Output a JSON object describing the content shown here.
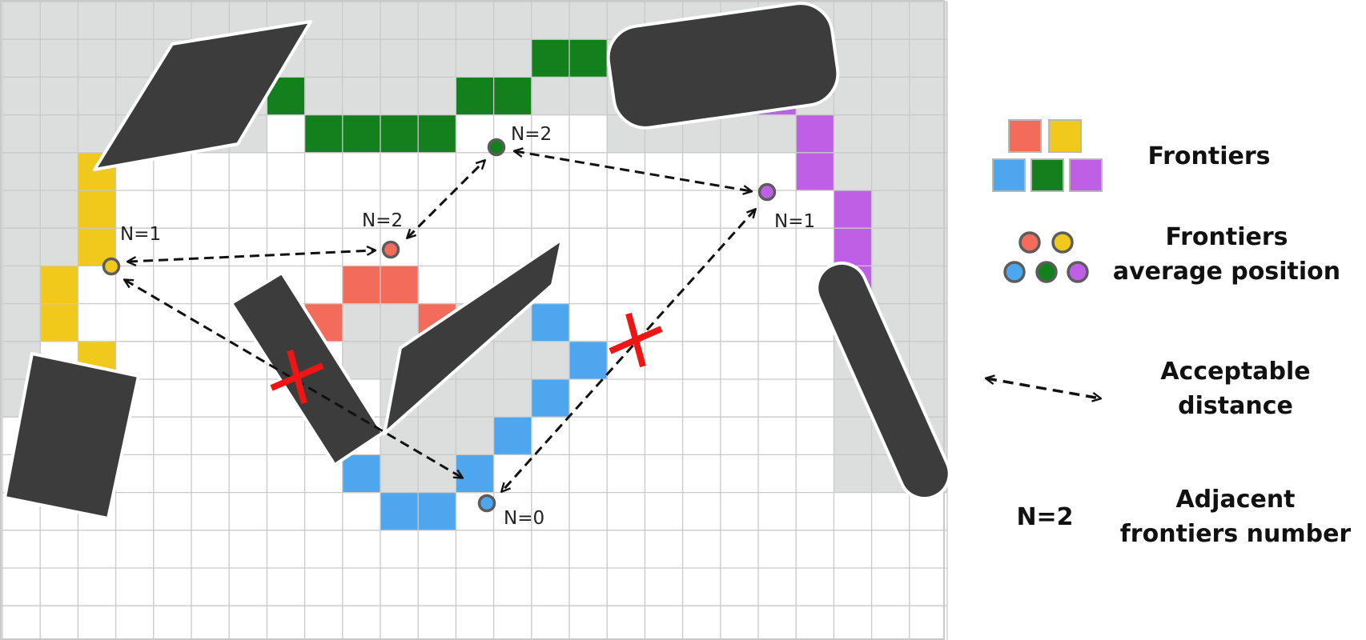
{
  "colors": {
    "unknown": "#dcdddd",
    "free": "#ffffff",
    "grid_line": "#c9c9c9",
    "obstacle": "#3c3c3c",
    "red": "#f26b5b",
    "yellow": "#f0c91c",
    "green": "#13801d",
    "blue": "#4da6ee",
    "purple": "#be5fe6",
    "cross": "#ee1515"
  },
  "nodes": {
    "yellow": {
      "label": "N=1"
    },
    "red": {
      "label": "N=2"
    },
    "green": {
      "label": "N=2"
    },
    "purple": {
      "label": "N=1"
    },
    "blue": {
      "label": "N=0"
    }
  },
  "legend": {
    "frontiers": {
      "label": "Frontiers"
    },
    "average": {
      "line1": "Frontiers",
      "line2": "average position"
    },
    "distance": {
      "line1": "Acceptable",
      "line2": "distance"
    },
    "adjacent": {
      "sample": "N=2",
      "line1": "Adjacent",
      "line2": "frontiers number"
    }
  }
}
